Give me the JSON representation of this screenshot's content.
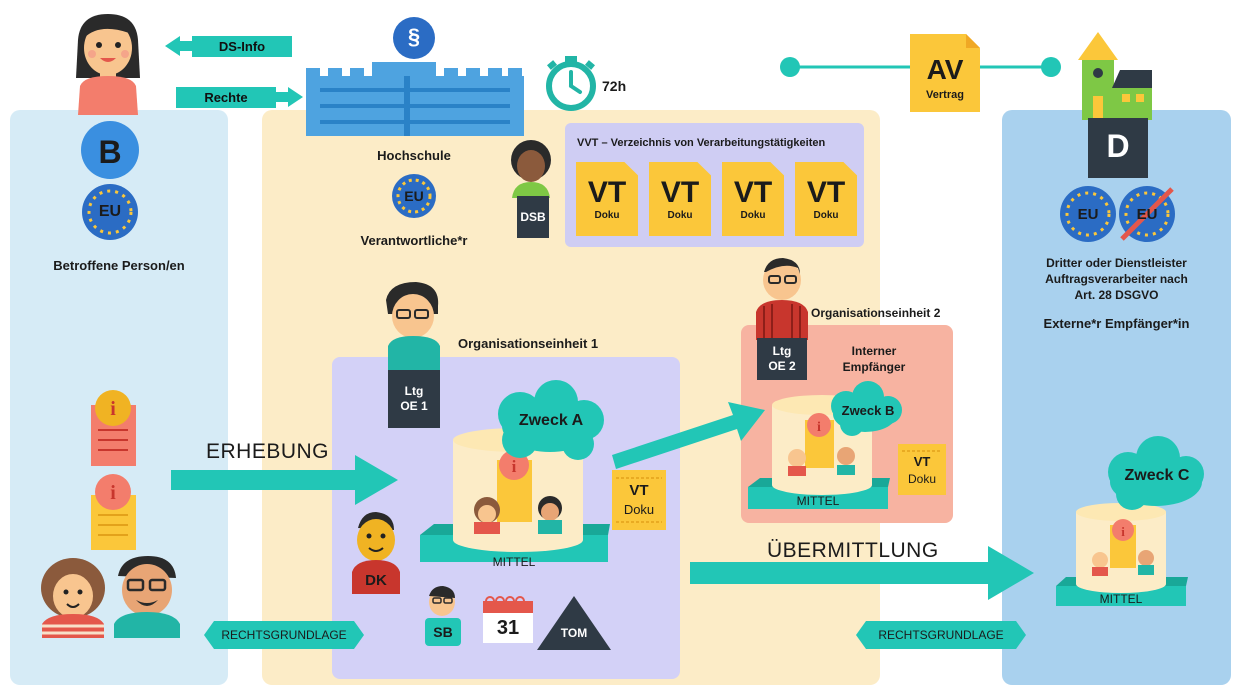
{
  "top": {
    "ds_info": "DS-Info",
    "rechte": "Rechte",
    "paragraph": "§",
    "hours": "72h",
    "av_big": "AV",
    "av_small": "Vertrag"
  },
  "left": {
    "b_letter": "B",
    "eu": "EU",
    "title": "Betroffene Person/en"
  },
  "center": {
    "hochschule": "Hochschule",
    "eu": "EU",
    "verantwortliche": "Verantwortliche*r",
    "dsb": "DSB",
    "vvt_title": "VVT – Verzeichnis von Verarbeitungstätigkeiten",
    "vt_big": "VT",
    "vt_small": "Doku",
    "oe1_title": "Organisationseinheit 1",
    "ltg_oe1_line1": "Ltg",
    "ltg_oe1_line2": "OE 1",
    "zweck_a": "Zweck A",
    "mittel": "MITTEL",
    "dk": "DK",
    "sb": "SB",
    "calendar_day": "31",
    "tom": "TOM",
    "oe2_title": "Organisationseinheit 2",
    "ltg_oe2_line1": "Ltg",
    "ltg_oe2_line2": "OE 2",
    "interner_line1": "Interner",
    "interner_line2": "Empfänger",
    "zweck_b": "Zweck B"
  },
  "flows": {
    "erhebung": "ERHEBUNG",
    "uebermittlung": "ÜBERMITTLUNG",
    "rechtsgrundlage": "RECHTSGRUNDLAGE"
  },
  "right": {
    "d_letter": "D",
    "eu": "EU",
    "dritter_line1": "Dritter oder Dienstleister",
    "dritter_line2": "Auftragsverarbeiter nach",
    "dritter_line3": "Art. 28 DSGVO",
    "extern": "Externe*r Empfänger*in",
    "zweck_c": "Zweck C",
    "mittel": "MITTEL"
  },
  "colors": {
    "teal": "#22c6b6",
    "yellow": "#fbc73a",
    "blue_panel": "#a9d1ee",
    "cream_panel": "#fcecc7",
    "lavender": "#d3d1f7",
    "salmon": "#f7b3a1",
    "eu_blue": "#2b6cc4",
    "dark": "#2f3a45"
  }
}
